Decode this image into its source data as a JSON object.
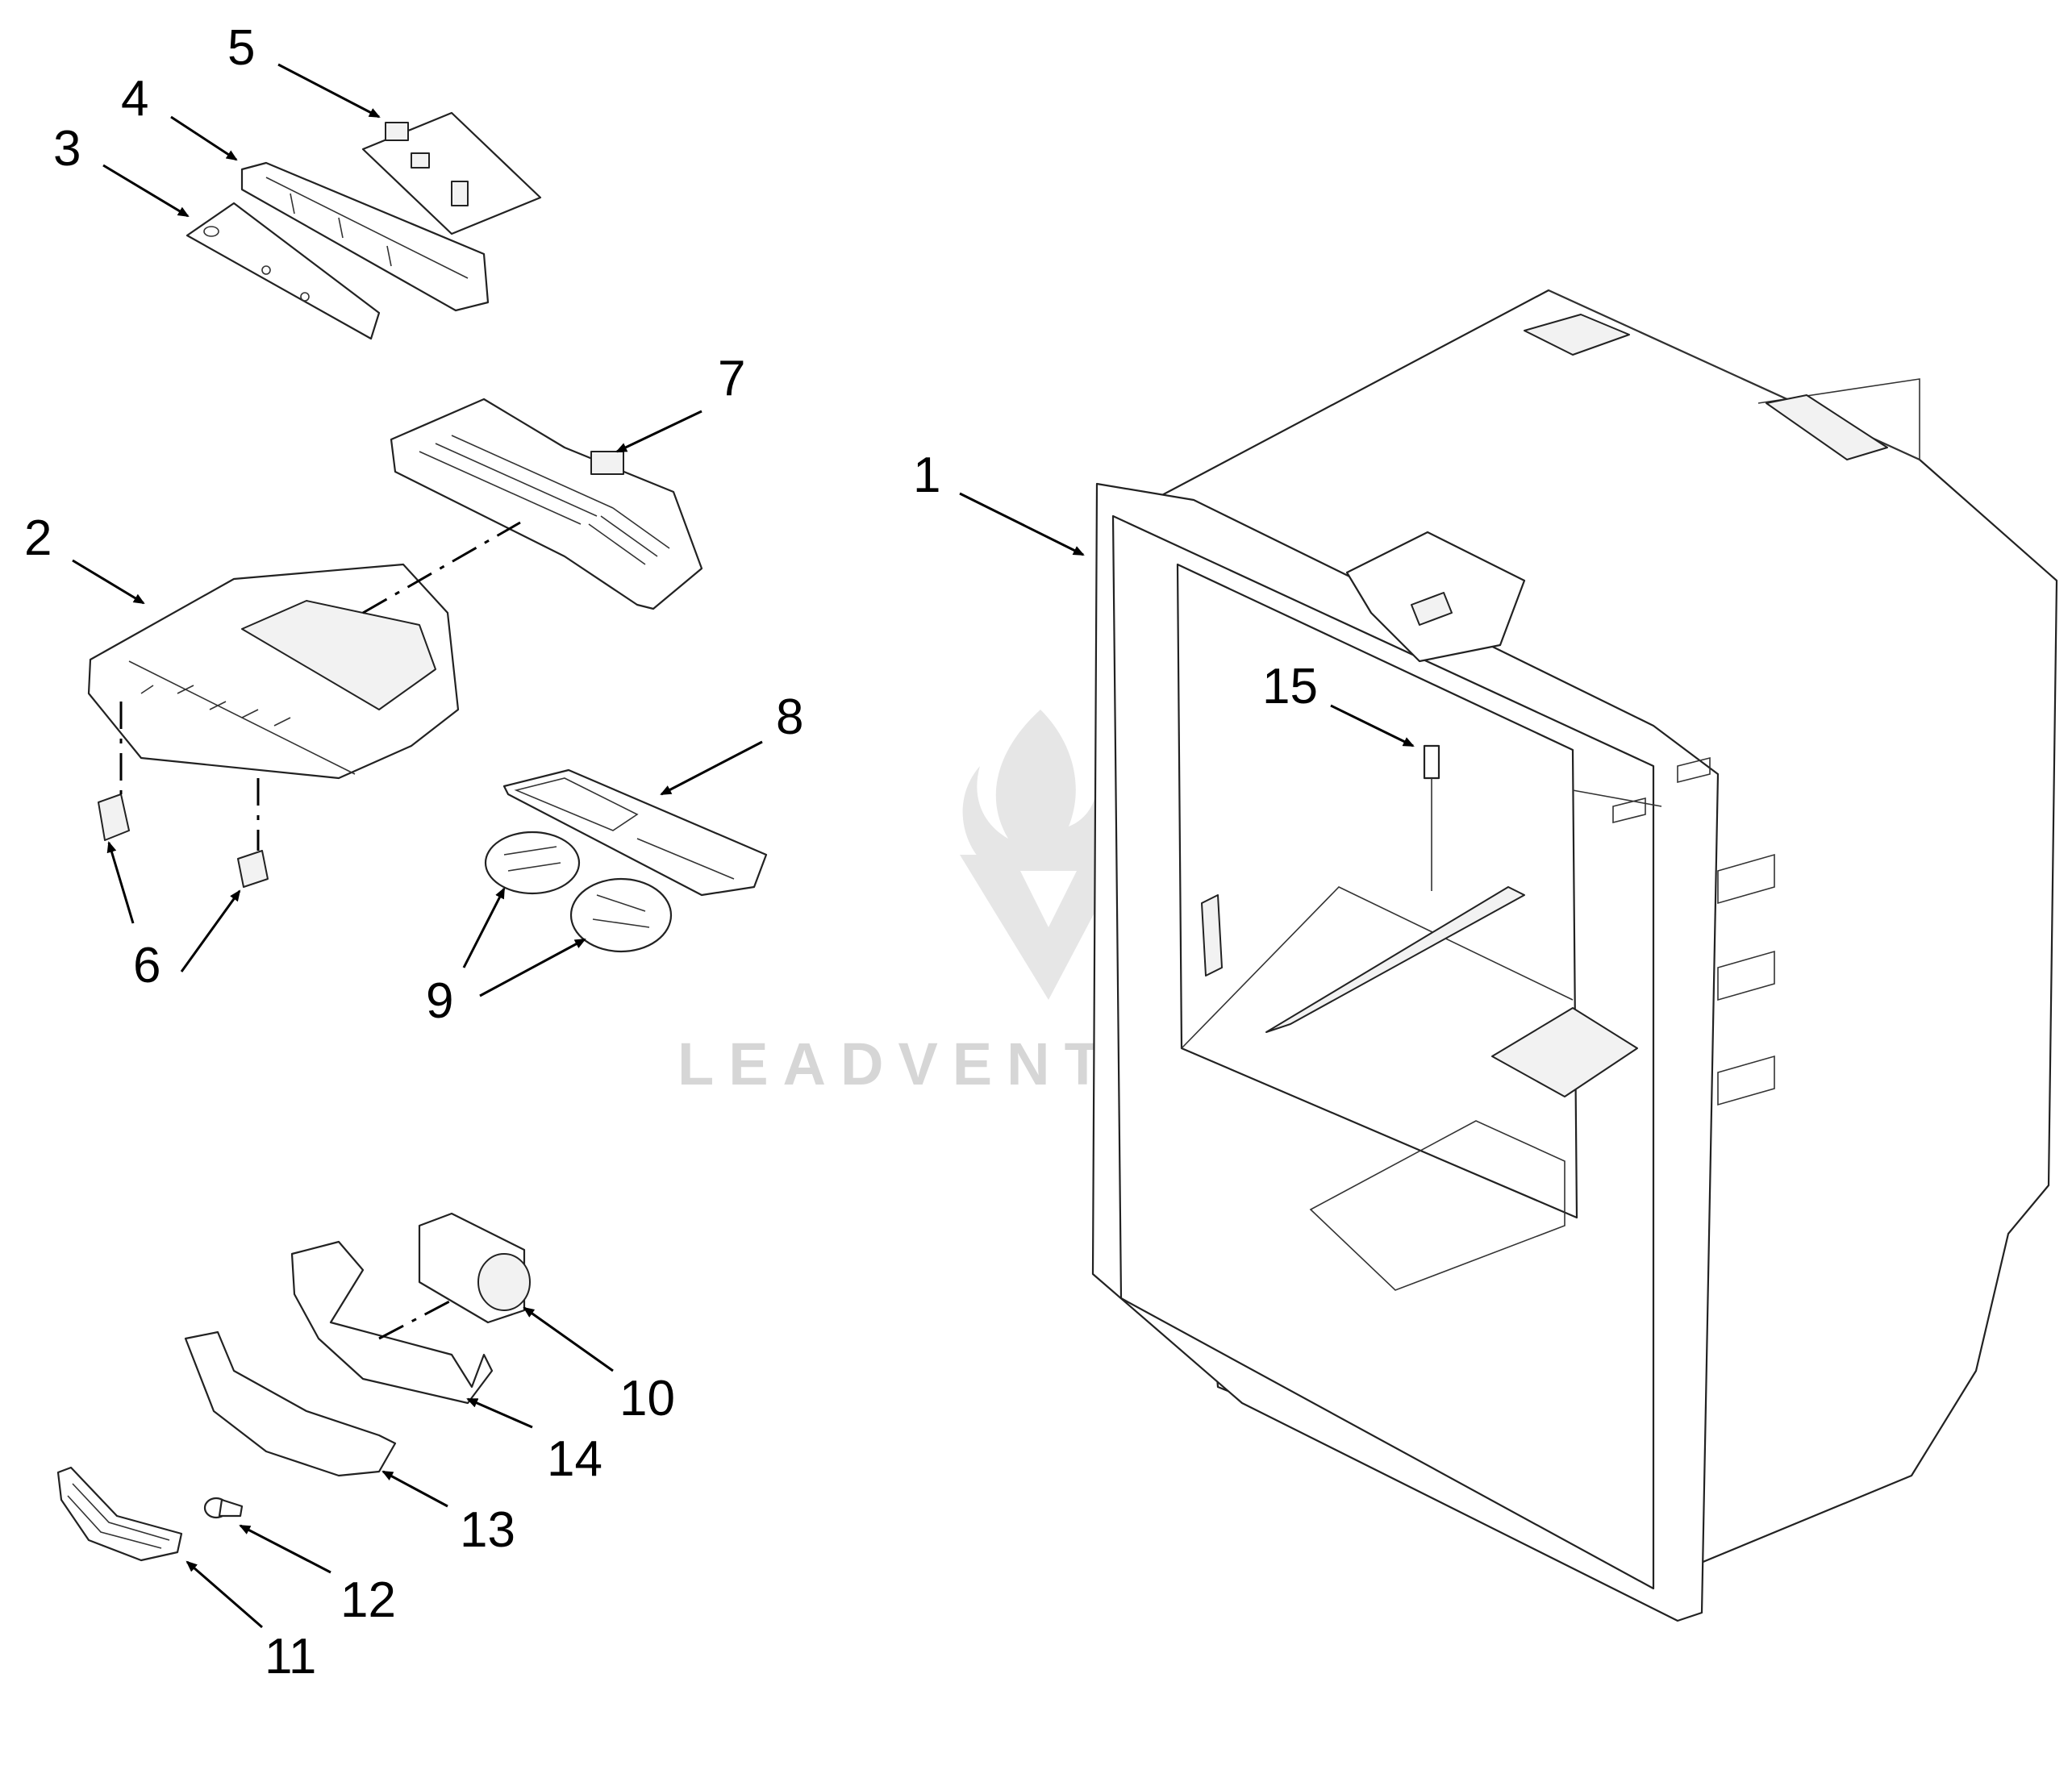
{
  "diagram": {
    "watermark": {
      "text": "LEADVENTURE"
    },
    "callouts": [
      "1",
      "2",
      "3",
      "4",
      "5",
      "6",
      "7",
      "8",
      "9",
      "10",
      "11",
      "12",
      "13",
      "14",
      "15"
    ],
    "parts": [
      {
        "id": "1",
        "icon": "liner-cabinet-icon"
      },
      {
        "id": "2",
        "icon": "control-housing-icon"
      },
      {
        "id": "3",
        "icon": "control-overlay-icon"
      },
      {
        "id": "4",
        "icon": "control-bracket-icon"
      },
      {
        "id": "5",
        "icon": "control-board-icon"
      },
      {
        "id": "6",
        "icon": "light-switch-icon"
      },
      {
        "id": "7",
        "icon": "air-tower-cover-icon"
      },
      {
        "id": "8",
        "icon": "light-lens-icon"
      },
      {
        "id": "9",
        "icon": "light-socket-icon"
      },
      {
        "id": "10",
        "icon": "damper-control-icon"
      },
      {
        "id": "11",
        "icon": "grille-icon"
      },
      {
        "id": "12",
        "icon": "screw-icon"
      },
      {
        "id": "13",
        "icon": "cover-icon"
      },
      {
        "id": "14",
        "icon": "housing-icon"
      },
      {
        "id": "15",
        "icon": "thermistor-icon"
      }
    ]
  }
}
